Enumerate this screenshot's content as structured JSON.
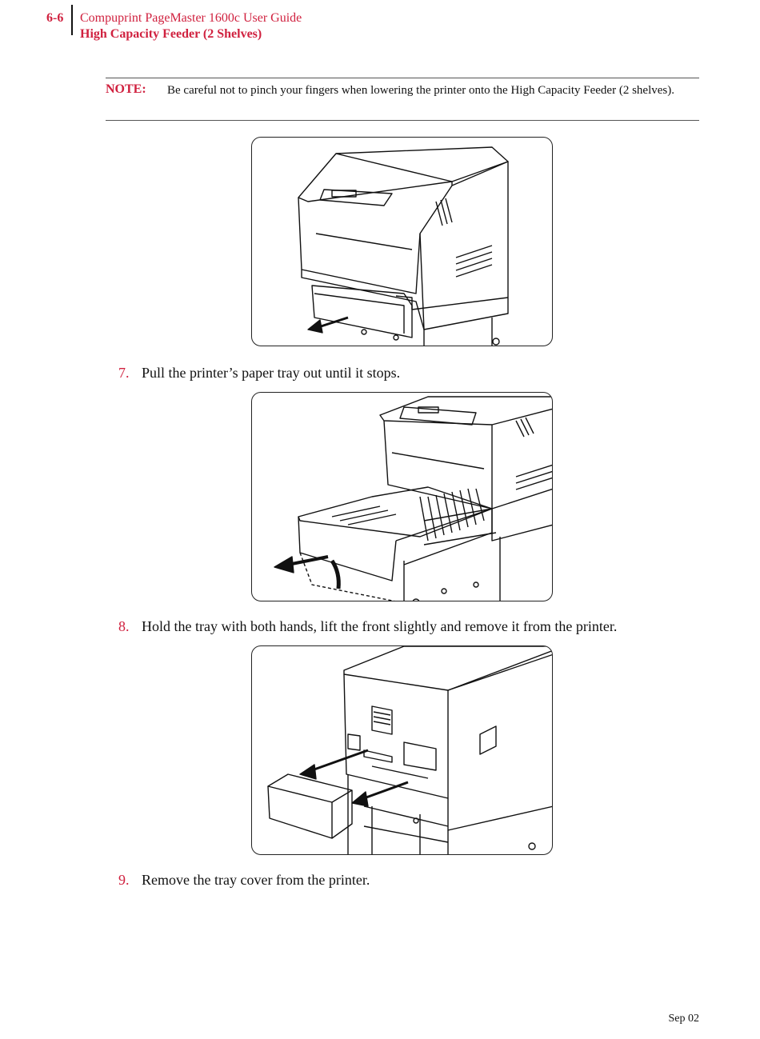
{
  "header": {
    "page_number": "6-6",
    "title": "Compuprint PageMaster 1600c User Guide",
    "section": "High Capacity Feeder (2 Shelves)"
  },
  "note": {
    "label": "NOTE:",
    "text": "Be careful not to pinch your fingers when lowering the printer onto the High Capacity Feeder (2 shelves)."
  },
  "steps": [
    {
      "number": "7.",
      "text": "Pull the printer’s paper tray out until it stops."
    },
    {
      "number": "8.",
      "text": "Hold the tray with both hands, lift the front slightly and remove it from the printer."
    },
    {
      "number": "9.",
      "text": "Remove the tray cover from the printer."
    }
  ],
  "footer": {
    "date": "Sep 02"
  }
}
